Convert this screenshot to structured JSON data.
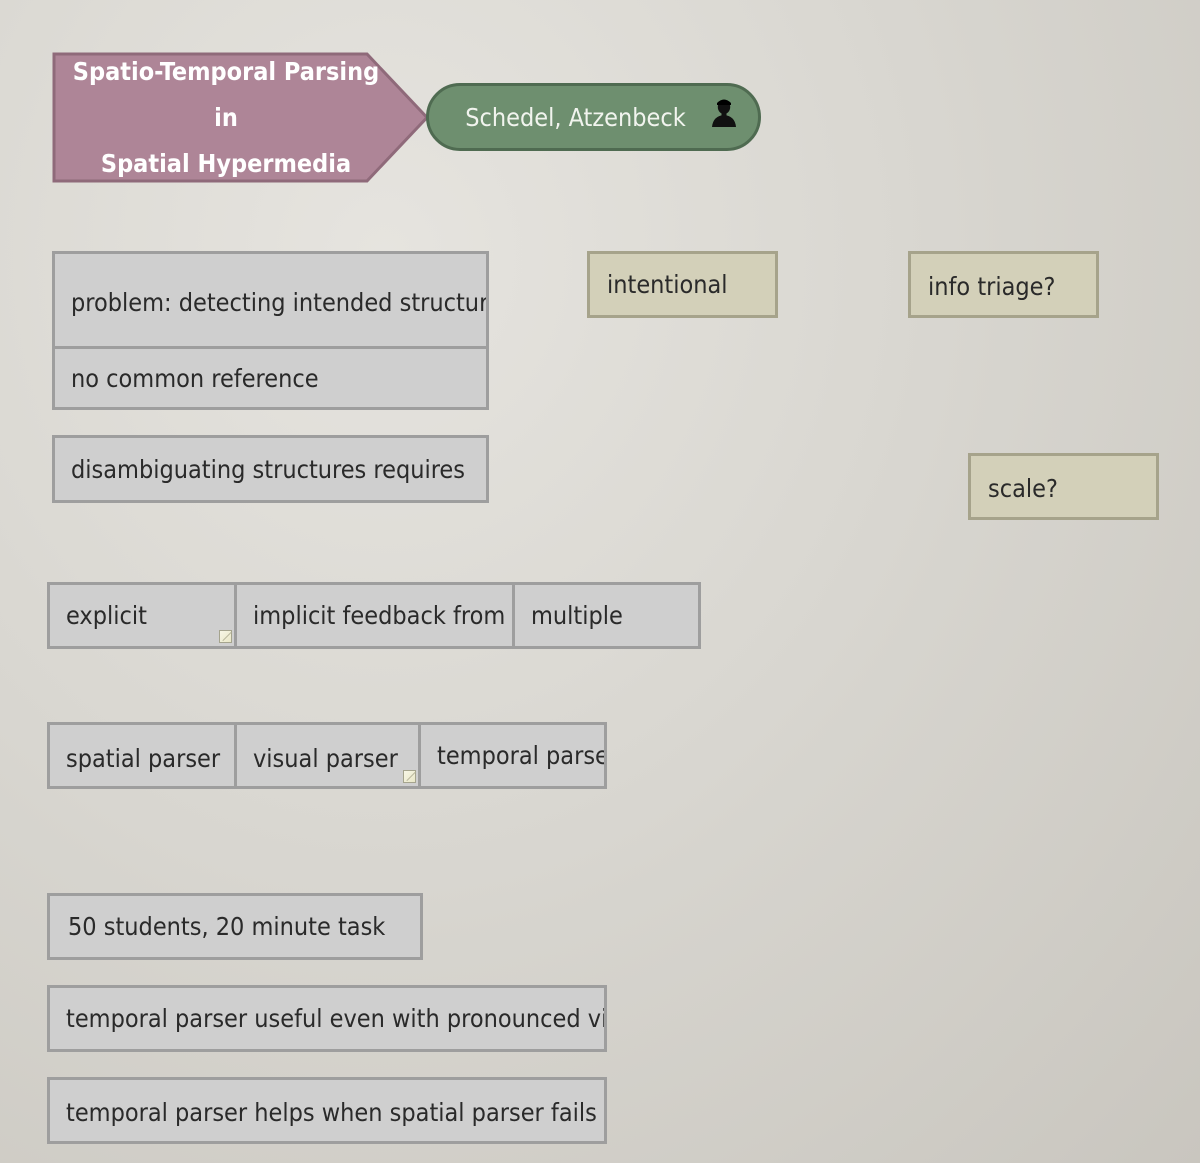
{
  "title": {
    "line1": "Spatio-Temporal Parsing in",
    "line2": "Spatial Hypermedia"
  },
  "authors": {
    "label": "Schedel, Atzenbeck",
    "icon": "person-icon"
  },
  "notes": {
    "problem": "problem: detecting intended structure",
    "no_common_reference": "no common reference",
    "disambiguating": "disambiguating structures requires",
    "intentional": "intentional",
    "info_triage": "info triage?",
    "scale": "scale?",
    "explicit": "explicit",
    "implicit_feedback": "implicit feedback from",
    "multiple": "multiple",
    "spatial_parser": "spatial parser",
    "visual_parser": "visual parser",
    "temporal_parser": "temporal parser",
    "students": "50 students, 20 minute task",
    "useful_even": "temporal parser useful even with pronounced visual",
    "helps_when": "temporal parser helps when spatial parser fails"
  },
  "colors": {
    "title_fill": "#ae8597",
    "title_border": "#8f6a7a",
    "author_fill": "#6e8f6f",
    "note_gray": "#cfcfcf",
    "note_tan": "#d3d0b9"
  }
}
